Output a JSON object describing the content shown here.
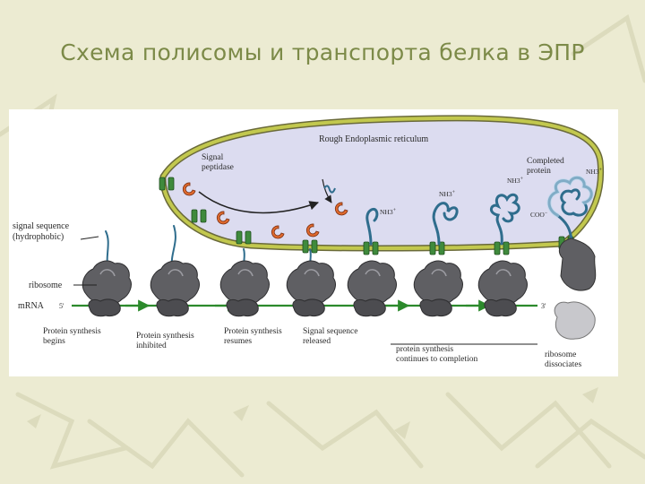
{
  "slide": {
    "title": "Схема полисомы и транспорта белка в ЭПР"
  },
  "colors": {
    "background": "#ecebd2",
    "title": "#7c8a48",
    "er_lumen": "#dcdcf0",
    "er_membrane": "#c2c84e",
    "ribosome": "#5f5f63",
    "channel": "#3f8a3c",
    "signal_peptide": "#e06a2e",
    "protein": "#2f6d8d",
    "mrna": "#2c8a2c"
  },
  "diagram": {
    "labels": {
      "rough_er": "Rough Endoplasmic reticulum",
      "signal_peptidase": [
        "Signal",
        "peptidase"
      ],
      "completed_protein": [
        "Completed",
        "protein"
      ],
      "nh3": "NH3",
      "nh3_charge": "+",
      "cooh": "COO",
      "cooh_charge": "−",
      "signal_sequence": [
        "signal sequence",
        "(hydrophobic)"
      ],
      "ribosome": "ribosome",
      "mrna": "mRNA",
      "mrna_5prime": "5'",
      "mrna_3prime": "3'"
    },
    "steps": [
      {
        "lines": [
          "Protein synthesis",
          "begins"
        ]
      },
      {
        "lines": [
          "Protein synthesis",
          "inhibited"
        ]
      },
      {
        "lines": [
          "Protein synthesis",
          "resumes"
        ]
      },
      {
        "lines": [
          "Signal sequence",
          "released"
        ]
      },
      {
        "lines": [
          "protein synthesis",
          "continues to completion"
        ]
      },
      {
        "lines": [
          "ribosome",
          "dissociates"
        ]
      }
    ]
  }
}
